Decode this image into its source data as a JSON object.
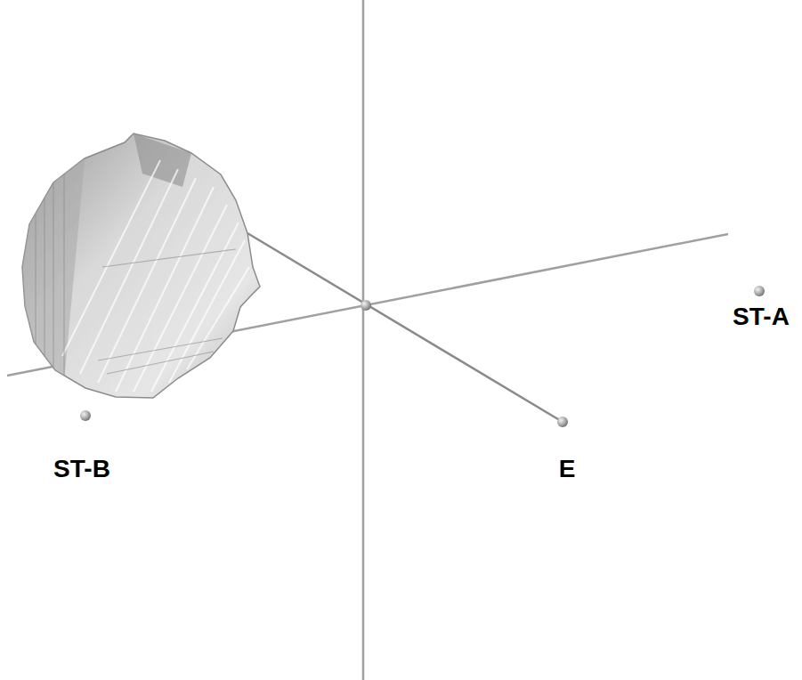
{
  "diagram": {
    "labels": [
      "ST-B",
      "E",
      "ST-A"
    ]
  }
}
